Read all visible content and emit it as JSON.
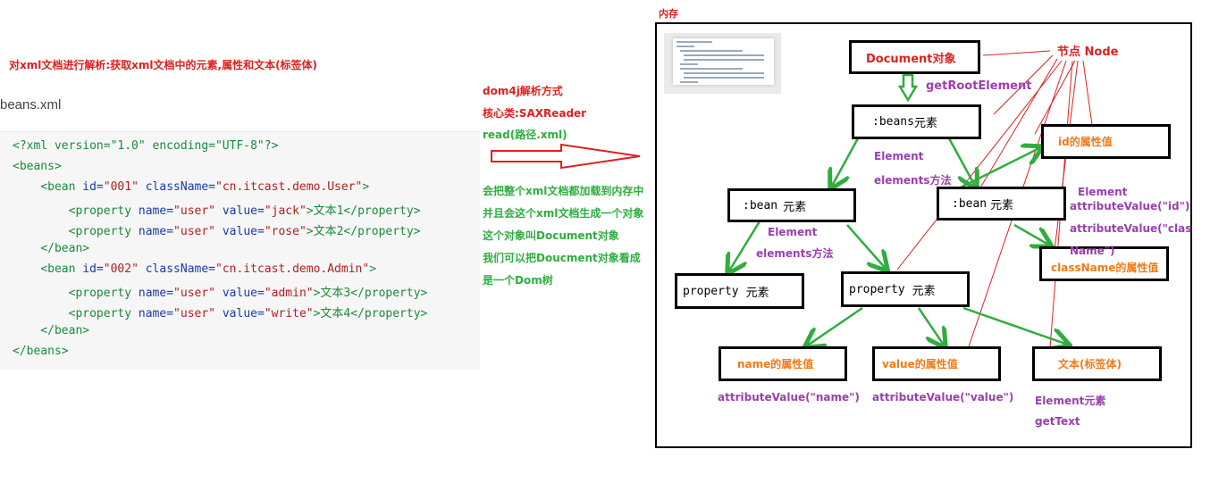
{
  "left": {
    "heading": "对xml文档进行解析:获取xml文档中的元素,属性和文本(标签体)",
    "filename": "beans.xml",
    "code": [
      {
        "pre": "",
        "tag": "<?xml version=\"1.0\" encoding=\"UTF-8\"?>",
        "rest": ""
      },
      {
        "pre": "",
        "tag": "<beans>",
        "rest": ""
      },
      {
        "pre": "    ",
        "tag": "<bean ",
        "a1": "id=",
        "v1": "\"001\"",
        "a2": " className=",
        "v2": "\"cn.itcast.demo.User\"",
        "end": ">"
      },
      {
        "pre": "        ",
        "tag": "<property ",
        "a1": "name=",
        "v1": "\"user\"",
        "a2": " value=",
        "v2": "\"jack\"",
        "end": ">文本1</property>"
      },
      {
        "pre": "        ",
        "tag": "<property ",
        "a1": "name=",
        "v1": "\"user\"",
        "a2": " value=",
        "v2": "\"rose\"",
        "end": ">文本2</property>"
      },
      {
        "pre": "    ",
        "tag": "</bean>",
        "rest": ""
      },
      {
        "pre": "    ",
        "tag": "<bean ",
        "a1": "id=",
        "v1": "\"002\"",
        "a2": " className=",
        "v2": "\"cn.itcast.demo.Admin\"",
        "end": ">"
      },
      {
        "pre": "        ",
        "tag": "<property ",
        "a1": "name=",
        "v1": "\"user\"",
        "a2": " value=",
        "v2": "\"admin\"",
        "end": ">文本3</property>"
      },
      {
        "pre": "        ",
        "tag": "<property ",
        "a1": "name=",
        "v1": "\"user\"",
        "a2": " value=",
        "v2": "\"write\"",
        "end": ">文本4</property>"
      },
      {
        "pre": "    ",
        "tag": "</bean>",
        "rest": ""
      },
      {
        "pre": "",
        "tag": "</beans>",
        "rest": ""
      }
    ]
  },
  "middle": {
    "method": "dom4j解析方式",
    "core_class": "核心类:SAXReader",
    "read": "read(路径.xml)",
    "notes": [
      "会把整个xml文档都加载到内存中",
      "并且会这个xml文档生成一个对象",
      "这个对象叫Document对象",
      "我们可以把Doucment对象看成",
      "是一个Dom树"
    ]
  },
  "memory": {
    "label": "内存",
    "node_label": "节点 Node",
    "document": "Document对象",
    "get_root": "getRootElement",
    "beans": {
      "prefix": ":beans",
      "suffix": "元素"
    },
    "element_label": "Element",
    "elements_method": "elements方法",
    "bean1": {
      "prefix": ":bean",
      "suffix": "元素"
    },
    "bean2": {
      "prefix": ":bean",
      "suffix": "元素"
    },
    "property1": {
      "prefix": "property",
      "suffix": "元素"
    },
    "property2": {
      "prefix": "property",
      "suffix": "元素"
    },
    "id_value": "id的属性值",
    "classname_value": "className的属性值",
    "attr_id": "attributeValue(\"id\")",
    "attr_class_1": "attributeValue(\"clas",
    "attr_class_2": "Name\")",
    "name_value": "name的属性值",
    "value_value": "value的属性值",
    "text_value": "文本(标签体)",
    "attr_name": "attributeValue(\"name\")",
    "attr_value": "attributeValue(\"value\")",
    "element_yuansu": "Element元素",
    "get_text": "getText"
  },
  "colors": {
    "red": "#e02020",
    "green": "#2fae3f",
    "purple": "#9b3fae",
    "orange": "#f07a1a"
  }
}
